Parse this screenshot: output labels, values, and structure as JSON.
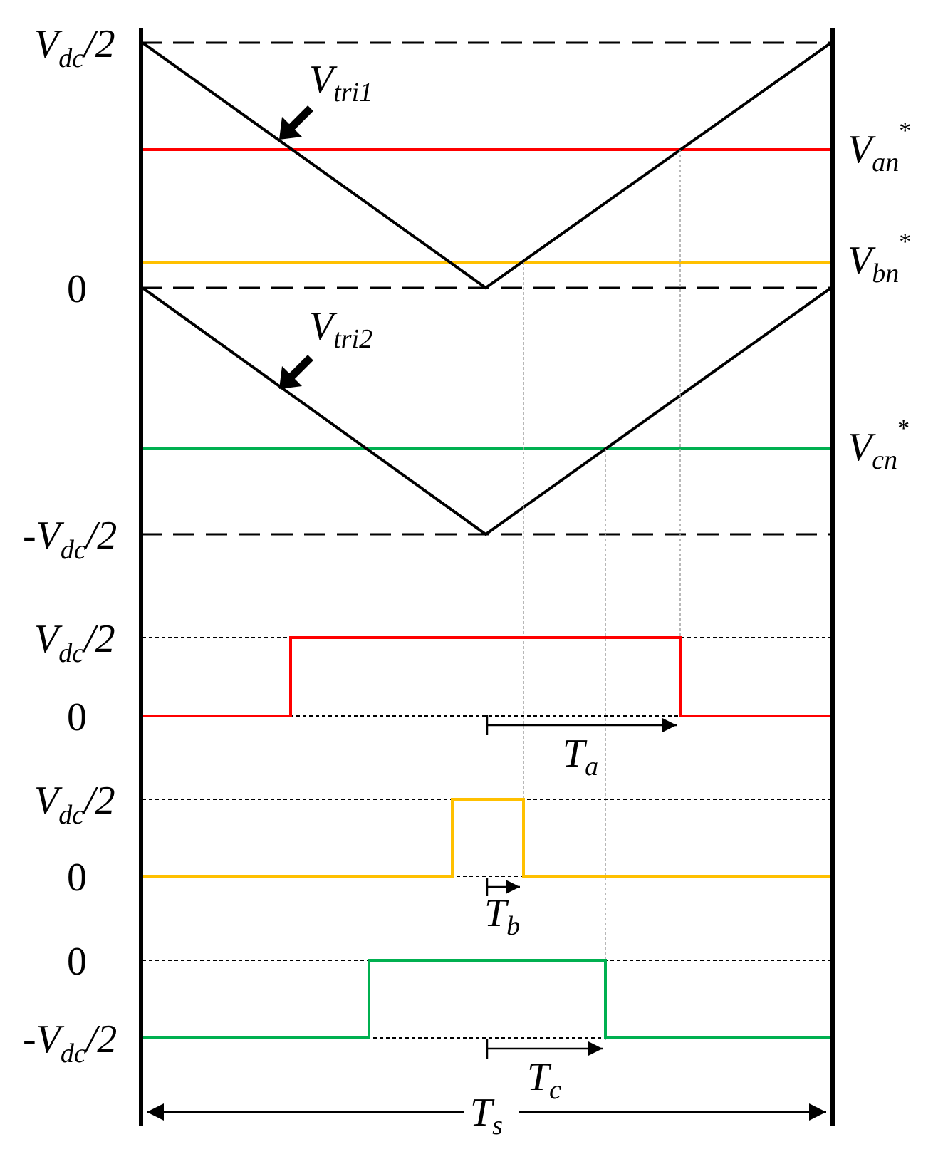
{
  "figure": {
    "colors": {
      "phase_a": "#ff0000",
      "phase_b": "#ffc000",
      "phase_c": "#00b050",
      "triangle": "#000000",
      "guide": "#a6a6a6"
    },
    "axis_labels": {
      "top": {
        "sign": "",
        "main": "V",
        "sub": "dc",
        "tail": "/2"
      },
      "mid": {
        "main": "0"
      },
      "bottom": {
        "sign": "-",
        "main": "V",
        "sub": "dc",
        "tail": "/2"
      }
    },
    "carriers": [
      {
        "main": "V",
        "sub": "tri1"
      },
      {
        "main": "V",
        "sub": "tri2"
      }
    ],
    "references": [
      {
        "main": "V",
        "sub": "an",
        "sup": "*",
        "color": "#ff0000"
      },
      {
        "main": "V",
        "sub": "bn",
        "sup": "*",
        "color": "#ffc000"
      },
      {
        "main": "V",
        "sub": "cn",
        "sup": "*",
        "color": "#00b050"
      }
    ],
    "pulses": [
      {
        "high": {
          "sign": "",
          "main": "V",
          "sub": "dc",
          "tail": "/2"
        },
        "low": {
          "sign": "",
          "main": "0",
          "sub": "",
          "tail": ""
        },
        "interval": {
          "main": "T",
          "sub": "a"
        },
        "color": "#ff0000"
      },
      {
        "high": {
          "sign": "",
          "main": "V",
          "sub": "dc",
          "tail": "/2"
        },
        "low": {
          "sign": "",
          "main": "0",
          "sub": "",
          "tail": ""
        },
        "interval": {
          "main": "T",
          "sub": "b"
        },
        "color": "#ffc000"
      },
      {
        "high": {
          "sign": "",
          "main": "0",
          "sub": "",
          "tail": ""
        },
        "low": {
          "sign": "-",
          "main": "V",
          "sub": "dc",
          "tail": "/2"
        },
        "interval": {
          "main": "T",
          "sub": "c"
        },
        "color": "#00b050"
      }
    ],
    "period": {
      "main": "T",
      "sub": "s"
    }
  }
}
